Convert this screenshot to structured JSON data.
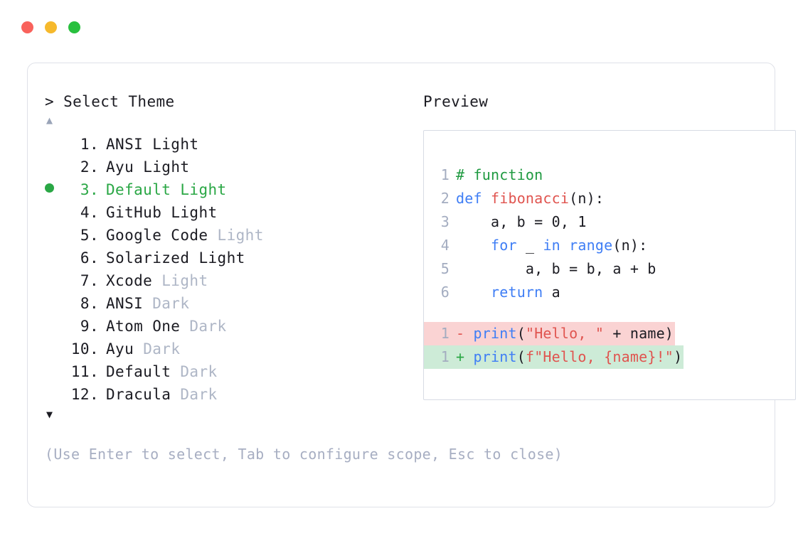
{
  "window": {
    "traffic_lights": [
      {
        "name": "close",
        "color": "#f9625c"
      },
      {
        "name": "minimize",
        "color": "#f6b92c"
      },
      {
        "name": "maximize",
        "color": "#28c03e"
      }
    ]
  },
  "picker": {
    "prompt": "> Select Theme",
    "scroll_up": "▲",
    "scroll_down": "▼",
    "selected_index": 3,
    "items": [
      {
        "index": "1.",
        "name": "ANSI",
        "suffix": "Light",
        "suffix_dim": false,
        "selected": false
      },
      {
        "index": "2.",
        "name": "Ayu",
        "suffix": "Light",
        "suffix_dim": false,
        "selected": false
      },
      {
        "index": "3.",
        "name": "Default",
        "suffix": "Light",
        "suffix_dim": false,
        "selected": true
      },
      {
        "index": "4.",
        "name": "GitHub",
        "suffix": "Light",
        "suffix_dim": false,
        "selected": false
      },
      {
        "index": "5.",
        "name": "Google Code",
        "suffix": "Light",
        "suffix_dim": true,
        "selected": false
      },
      {
        "index": "6.",
        "name": "Solarized",
        "suffix": "Light",
        "suffix_dim": false,
        "selected": false
      },
      {
        "index": "7.",
        "name": "Xcode",
        "suffix": "Light",
        "suffix_dim": true,
        "selected": false
      },
      {
        "index": "8.",
        "name": "ANSI",
        "suffix": "Dark",
        "suffix_dim": true,
        "selected": false
      },
      {
        "index": "9.",
        "name": "Atom One",
        "suffix": "Dark",
        "suffix_dim": true,
        "selected": false
      },
      {
        "index": "10.",
        "name": "Ayu",
        "suffix": "Dark",
        "suffix_dim": true,
        "selected": false
      },
      {
        "index": "11.",
        "name": "Default",
        "suffix": "Dark",
        "suffix_dim": true,
        "selected": false
      },
      {
        "index": "12.",
        "name": "Dracula",
        "suffix": "Dark",
        "suffix_dim": true,
        "selected": false
      }
    ],
    "hint": "(Use Enter to select, Tab to configure scope, Esc to close)"
  },
  "preview": {
    "title": "Preview",
    "code_lines": [
      {
        "no": "1",
        "tokens": [
          {
            "t": "# function",
            "c": "comment"
          }
        ]
      },
      {
        "no": "2",
        "tokens": [
          {
            "t": "def ",
            "c": "kw"
          },
          {
            "t": "fibonacci",
            "c": "fn"
          },
          {
            "t": "(n):",
            "c": "plain"
          }
        ]
      },
      {
        "no": "3",
        "tokens": [
          {
            "t": "    a, b = 0, 1",
            "c": "plain"
          }
        ]
      },
      {
        "no": "4",
        "tokens": [
          {
            "t": "    ",
            "c": "plain"
          },
          {
            "t": "for",
            "c": "kw"
          },
          {
            "t": " _ ",
            "c": "plain"
          },
          {
            "t": "in range",
            "c": "kw"
          },
          {
            "t": "(n):",
            "c": "plain"
          }
        ]
      },
      {
        "no": "5",
        "tokens": [
          {
            "t": "        a, b = b, a + b",
            "c": "plain"
          }
        ]
      },
      {
        "no": "6",
        "tokens": [
          {
            "t": "    ",
            "c": "plain"
          },
          {
            "t": "return",
            "c": "kw"
          },
          {
            "t": " a",
            "c": "plain"
          }
        ]
      }
    ],
    "diff_lines": [
      {
        "no": "1",
        "sign": "-",
        "kind": "del",
        "tokens": [
          {
            "t": "print",
            "c": "kw"
          },
          {
            "t": "(",
            "c": "plain"
          },
          {
            "t": "\"Hello, \"",
            "c": "str"
          },
          {
            "t": " + name)",
            "c": "plain"
          }
        ]
      },
      {
        "no": "1",
        "sign": "+",
        "kind": "add",
        "tokens": [
          {
            "t": "print",
            "c": "kw"
          },
          {
            "t": "(",
            "c": "plain"
          },
          {
            "t": "f\"Hello, {name}!\"",
            "c": "str"
          },
          {
            "t": ")",
            "c": "plain"
          }
        ]
      }
    ]
  },
  "colors": {
    "selected_green": "#2aa745",
    "dim_gray": "#aeb6c6",
    "keyword_blue": "#3f7ef5",
    "string_red": "#e0544f",
    "comment_green": "#1f9a41",
    "diff_del_bg": "#fad3d3",
    "diff_add_bg": "#cdebd7",
    "card_border": "#dfe1e8",
    "preview_border": "#d7dbe4"
  }
}
